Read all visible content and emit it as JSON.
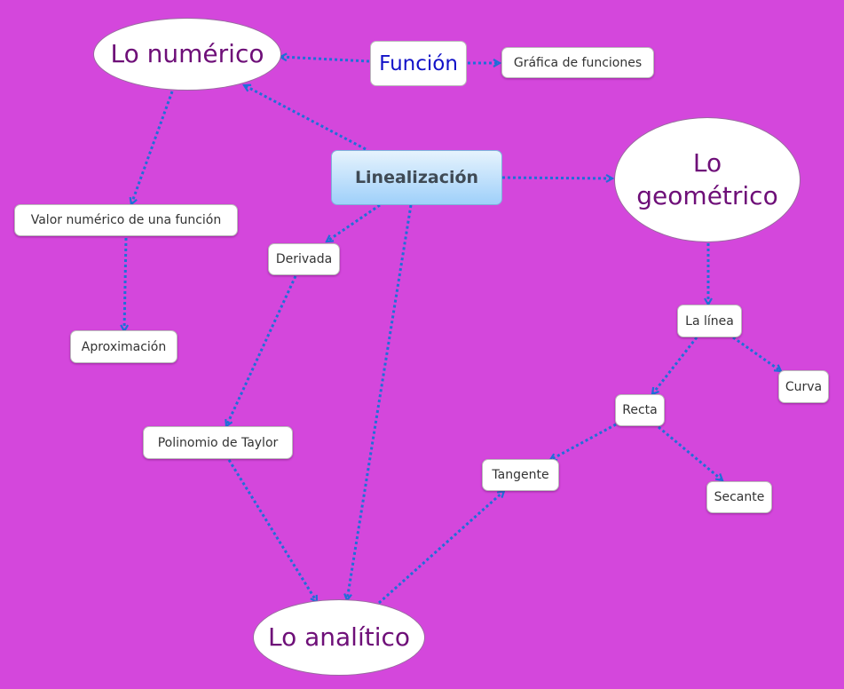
{
  "diagram": {
    "background_color": "#d447dc",
    "edge_color": "#1f6fd8",
    "nodes": {
      "linealizacion": "Linealización",
      "lo_numerico": "Lo numérico",
      "funcion": "Función",
      "grafica_funciones": "Gráfica de funciones",
      "lo_geometrico_line1": "Lo",
      "lo_geometrico_line2": "geométrico",
      "valor_numerico": "Valor numérico de una función",
      "aproximacion": "Aproximación",
      "derivada": "Derivada",
      "polinomio_taylor": "Polinomio de Taylor",
      "lo_analitico": "Lo analítico",
      "la_linea": "La línea",
      "curva": "Curva",
      "recta": "Recta",
      "tangente": "Tangente",
      "secante": "Secante"
    },
    "edges": [
      {
        "from": "Linealización",
        "to": "Lo numérico"
      },
      {
        "from": "Función",
        "to": "Lo numérico"
      },
      {
        "from": "Función",
        "to": "Gráfica de funciones"
      },
      {
        "from": "Linealización",
        "to": "Lo geométrico"
      },
      {
        "from": "Lo numérico",
        "to": "Valor numérico de una función"
      },
      {
        "from": "Valor numérico de una función",
        "to": "Aproximación"
      },
      {
        "from": "Linealización",
        "to": "Derivada"
      },
      {
        "from": "Derivada",
        "to": "Polinomio de Taylor"
      },
      {
        "from": "Polinomio de Taylor",
        "to": "Lo analítico"
      },
      {
        "from": "Linealización",
        "to": "Lo analítico"
      },
      {
        "from": "Lo analítico",
        "to": "Tangente"
      },
      {
        "from": "Lo geométrico",
        "to": "La línea"
      },
      {
        "from": "La línea",
        "to": "Recta"
      },
      {
        "from": "La línea",
        "to": "Curva"
      },
      {
        "from": "Recta",
        "to": "Tangente"
      },
      {
        "from": "Recta",
        "to": "Secante"
      }
    ]
  }
}
